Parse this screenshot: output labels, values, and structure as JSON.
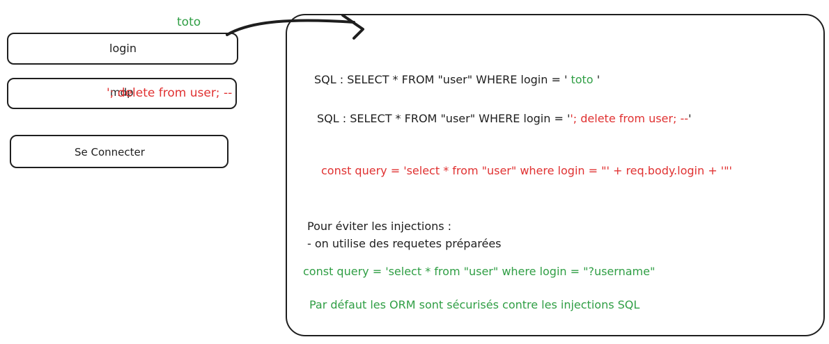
{
  "login_form": {
    "typed_login": "toto",
    "login_placeholder": "login",
    "password_placeholder": "mdp",
    "password_injection": "'; delete from user; --",
    "submit_label": "Se Connecter"
  },
  "panel": {
    "sql_normal_prefix": "SQL : SELECT * FROM \"user\" WHERE login = '",
    "sql_normal_value": "toto",
    "sql_normal_suffix": "'",
    "sql_injected_prefix": "SQL : SELECT * FROM \"user\" WHERE login = '",
    "sql_injected_value": "'; delete from user; --",
    "sql_injected_suffix": "'",
    "js_query": "const query = 'select * from \"user\" where login = \"' + req.body.login + '\"'",
    "prevention_title": "Pour éviter les injections  :",
    "prevention_item": "- on utilise des requetes préparées",
    "safe_query": "const query = 'select * from \"user\" where login = \"?username\"",
    "orm_note": "Par défaut les ORM sont sécurisés contre les injections SQL"
  },
  "colors": {
    "stroke": "#1e1e1e",
    "red": "#e03131",
    "green": "#2f9e44"
  }
}
